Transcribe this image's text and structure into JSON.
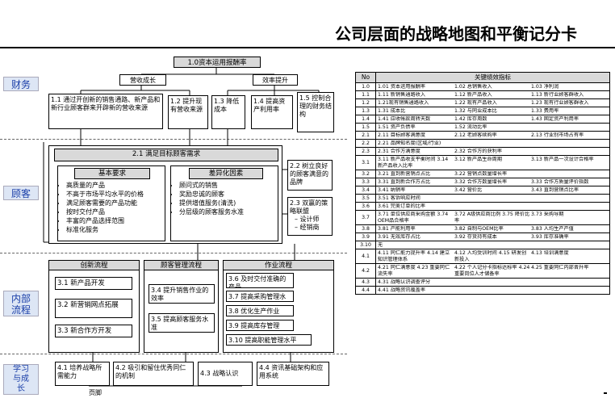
{
  "title": "公司层面的战略地图和平衡记分卡",
  "lanes": {
    "finance": "财务",
    "customer": "顾客",
    "internal": "内部\n流程",
    "learning": "学习\n与成\n长"
  },
  "finance": {
    "top": "1.0资本运用报酬率",
    "growth": "营收成长",
    "efficiency": "效率提升",
    "b11": "1.1 通过开创新的销售通路、新产品和新行业顾客群来开辟新的营收来源",
    "b12": "1.2 提升现有营收来源",
    "b13": "1.3 降低成本",
    "b14": "1.4 提高资产利用率",
    "b15": "1.5 控制合理的财务结构"
  },
  "customer": {
    "main": "2.1 满足目标顾客需求",
    "basic_title": "基本要求",
    "basic_items": [
      "高质量的产品",
      "不高于市场平均水平的价格",
      "满足顾客需要的产品功能",
      "按时交付产品",
      "丰富的产品选择范围",
      "标准化服务"
    ],
    "diff_title": "差异化因素",
    "diff_items": [
      "顾问式的销售",
      "奖励忠诚的顾客",
      "提供增值服务(清洗)",
      "分层级的顾客服务水准"
    ],
    "b22": "2.2 树立良好的顾客满意的品牌",
    "b23_title": "2.3 双赢的策略联盟",
    "b23_items": [
      "设计师",
      "经销商"
    ]
  },
  "internal": {
    "innovation": "创新流程",
    "crm": "顾客管理流程",
    "ops": "作业流程",
    "i31": "3.1 新产品开发",
    "i32": "3.2 新营销网点拓展",
    "i33": "3.3 新合作方开发",
    "i34": "3.4 提升销售作业的效率",
    "i35": "3.5 提高顾客服务水准",
    "i36": "3.6 及时交付准确的产品",
    "i37": "3.7 提高采购管理水平",
    "i38": "3.8 优化生产作业",
    "i39": "3.9 提高库存管理",
    "i310": "3.10 提高职能管理水平"
  },
  "learning": {
    "l41": "4.1 培养战略所需能力",
    "l42": "4.2 吸引和留住优秀同仁的机制",
    "l43": "4.3 战略认识",
    "l44": "4.4 资讯基础架构和应用系统"
  },
  "footer": "页脚",
  "kpi": {
    "header_no": "No",
    "header_title": "关键绩效指标",
    "rows": [
      {
        "no": "1.0",
        "cells": [
          "1.01 资本运用报酬率",
          "1.02 总销售收入",
          "1.03 净利润"
        ]
      },
      {
        "no": "1.1",
        "cells": [
          "1.11 新销售通路收入",
          "1.12 新产品收入",
          "1.13 新行业顾客群收入"
        ]
      },
      {
        "no": "1.2",
        "cells": [
          "1.21现有销售通路收入",
          "1.22 现有产品收入",
          "1.23 现有行业顾客群收入"
        ]
      },
      {
        "no": "1.3",
        "cells": [
          "1.31 成本比",
          "1.32 与同业成本比",
          "1.33 费用率"
        ]
      },
      {
        "no": "1.4",
        "cells": [
          "1.41 应收帐款周转天数",
          "1.42 库存周数",
          "1.43 固定资产利用率"
        ]
      },
      {
        "no": "1.5",
        "cells": [
          "1.51 资产负债率",
          "1.52 流动比率",
          ""
        ]
      },
      {
        "no": "2.1",
        "cells": [
          "2.11 目标顾客满意度",
          "2.12 老顾客续购率",
          "2.13 行业别市场占有率"
        ]
      },
      {
        "no": "2.2",
        "cells": [
          "2.21 品牌知名度(区域/行业)",
          "",
          ""
        ]
      },
      {
        "no": "2.3",
        "cells": [
          "2.31 合作方满意度",
          "2.32 合作方的获利率",
          ""
        ]
      },
      {
        "no": "3.1",
        "cells": [
          "3.11 新产品收支平衡时间 3.14 新产品收入比率",
          "3.12 新产品生命周期",
          "3.13 新产品一次设计合格率"
        ]
      },
      {
        "no": "3.2",
        "cells": [
          "3.21 直到新营销点占比",
          "3.22 营销点数量增长率",
          ""
        ]
      },
      {
        "no": "3.3",
        "cells": [
          "3.31 直到新合作方占比",
          "3.32 合作方数量增长率",
          "3.33 合作方质量评价指数"
        ]
      },
      {
        "no": "3.4",
        "cells": [
          "3.41 纳销率",
          "3.42 营价比",
          "3.43 直到营销点比率"
        ]
      },
      {
        "no": "3.5",
        "cells": [
          "3.51 客诉响应时间",
          "",
          ""
        ]
      },
      {
        "no": "3.6",
        "cells": [
          "3.61 完美订单的比率",
          "",
          ""
        ]
      },
      {
        "no": "3.7",
        "cells": [
          "3.71 单位供应商采购金额 3.74 OEM品合格率",
          "3.72 A级供应商比例 3.75 降价比率",
          "3.73 采购导期"
        ]
      },
      {
        "no": "3.8",
        "cells": [
          "3.81 产能利用率",
          "3.82 自制与OEM比率",
          "3.83 人均生产产值"
        ]
      },
      {
        "no": "3.9",
        "cells": [
          "3.91 无效库存占比",
          "3.92 存货持有成本",
          "3.93 库存准确率"
        ]
      },
      {
        "no": "3.10",
        "cells": [
          "无",
          "",
          ""
        ]
      },
      {
        "no": "4.1",
        "cells": [
          "4.11 同仁能力提升率 4.14 建立知识管理体系",
          "4.12 人均受训时间 4.15 研发创新投入",
          "4.13 培训满意度"
        ]
      },
      {
        "no": "4.2",
        "cells": [
          "4.21 同仁满意度 4.23 重要同仁流失率",
          "4.22 个人记分卡指标达标率 4.24 重要岗位人才储备率",
          "4.25 重要同仁内部晋升率"
        ]
      },
      {
        "no": "4.3",
        "cells": [
          "4.31 战略认识调查评分",
          "",
          ""
        ]
      },
      {
        "no": "4.4",
        "cells": [
          "4.41 战略资讯覆盖率",
          "",
          ""
        ]
      }
    ]
  }
}
